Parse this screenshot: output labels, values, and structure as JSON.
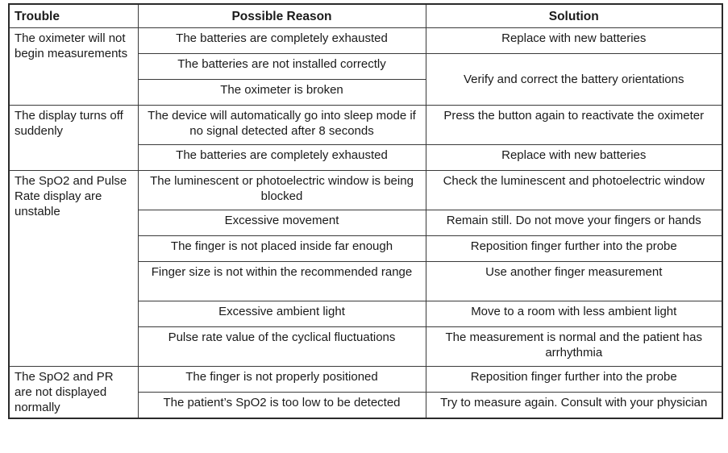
{
  "headers": {
    "trouble": "Trouble",
    "reason": "Possible Reason",
    "solution": "Solution"
  },
  "rows": [
    {
      "trouble": "The oximeter will not begin measurements",
      "reasons": [
        "The batteries are completely exhausted",
        "The batteries are not installed correctly",
        "The oximeter is broken"
      ],
      "solutions": [
        "Replace with new batteries",
        "Verify and correct the battery orientations"
      ]
    },
    {
      "trouble": "The display turns off suddenly",
      "reasons": [
        "The device will automatically go into sleep mode if no signal detected after 8 seconds",
        "The batteries are completely exhausted"
      ],
      "solutions": [
        "Press the button again to reactivate the oximeter",
        "Replace with new batteries"
      ]
    },
    {
      "trouble": "The SpO2 and Pulse Rate display are unstable",
      "reasons": [
        "The luminescent or photoelectric window is being blocked",
        "Excessive movement",
        "The finger is not placed inside far enough",
        "Finger size is not within the recommended range",
        "Excessive ambient light",
        "Pulse rate value of the cyclical fluctuations"
      ],
      "solutions": [
        "Check the luminescent and photoelectric window",
        "Remain still. Do not move your fingers or hands",
        "Reposition finger further into the probe",
        "Use another finger measurement",
        "Move to a room with less ambient light",
        "The measurement is normal and the patient has arrhythmia"
      ]
    },
    {
      "trouble": "The SpO2 and PR are not displayed normally",
      "reasons": [
        "The finger is not properly positioned",
        "The patient’s SpO2 is too low to be detected"
      ],
      "solutions": [
        "Reposition finger further into the probe",
        "Try to measure again. Consult with your physician"
      ]
    }
  ]
}
